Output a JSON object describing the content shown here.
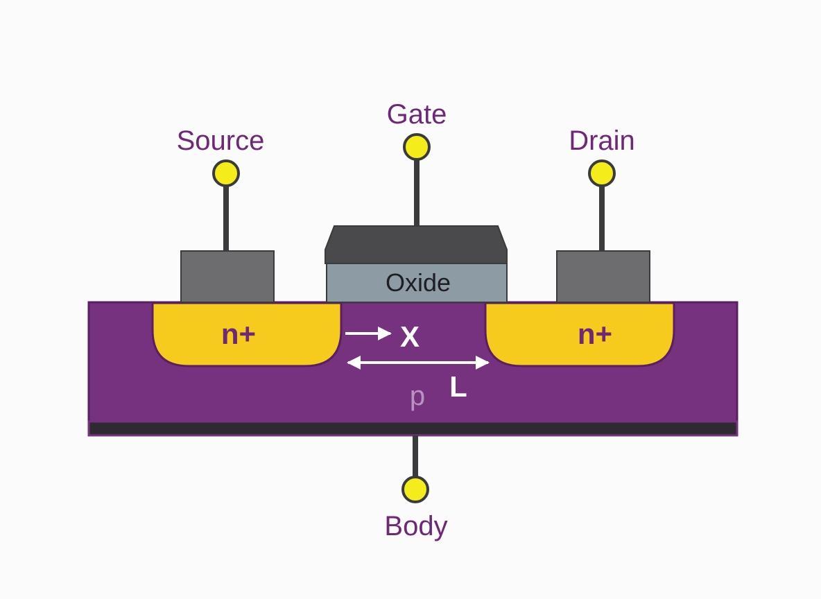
{
  "terminals": {
    "source": "Source",
    "gate": "Gate",
    "drain": "Drain",
    "body": "Body"
  },
  "layers": {
    "oxide": "Oxide",
    "source_region": "n+",
    "drain_region": "n+",
    "substrate": "p"
  },
  "dimensions": {
    "x_label": "X",
    "l_label": "L"
  },
  "colors": {
    "label_text": "#6e2877",
    "substrate": "#76317f",
    "n_plus": "#f7cb1d",
    "n_plus_text": "#6e2877",
    "oxide": "#8d9ba5",
    "gate_metal": "#4a4a4c",
    "contact_metal": "#6d6d70",
    "wire": "#3b3b3d",
    "terminal_dot": "#f5ec1c",
    "arrow": "#ffffff",
    "p_text": "#b893c2",
    "base_plate": "#2f2a32"
  }
}
